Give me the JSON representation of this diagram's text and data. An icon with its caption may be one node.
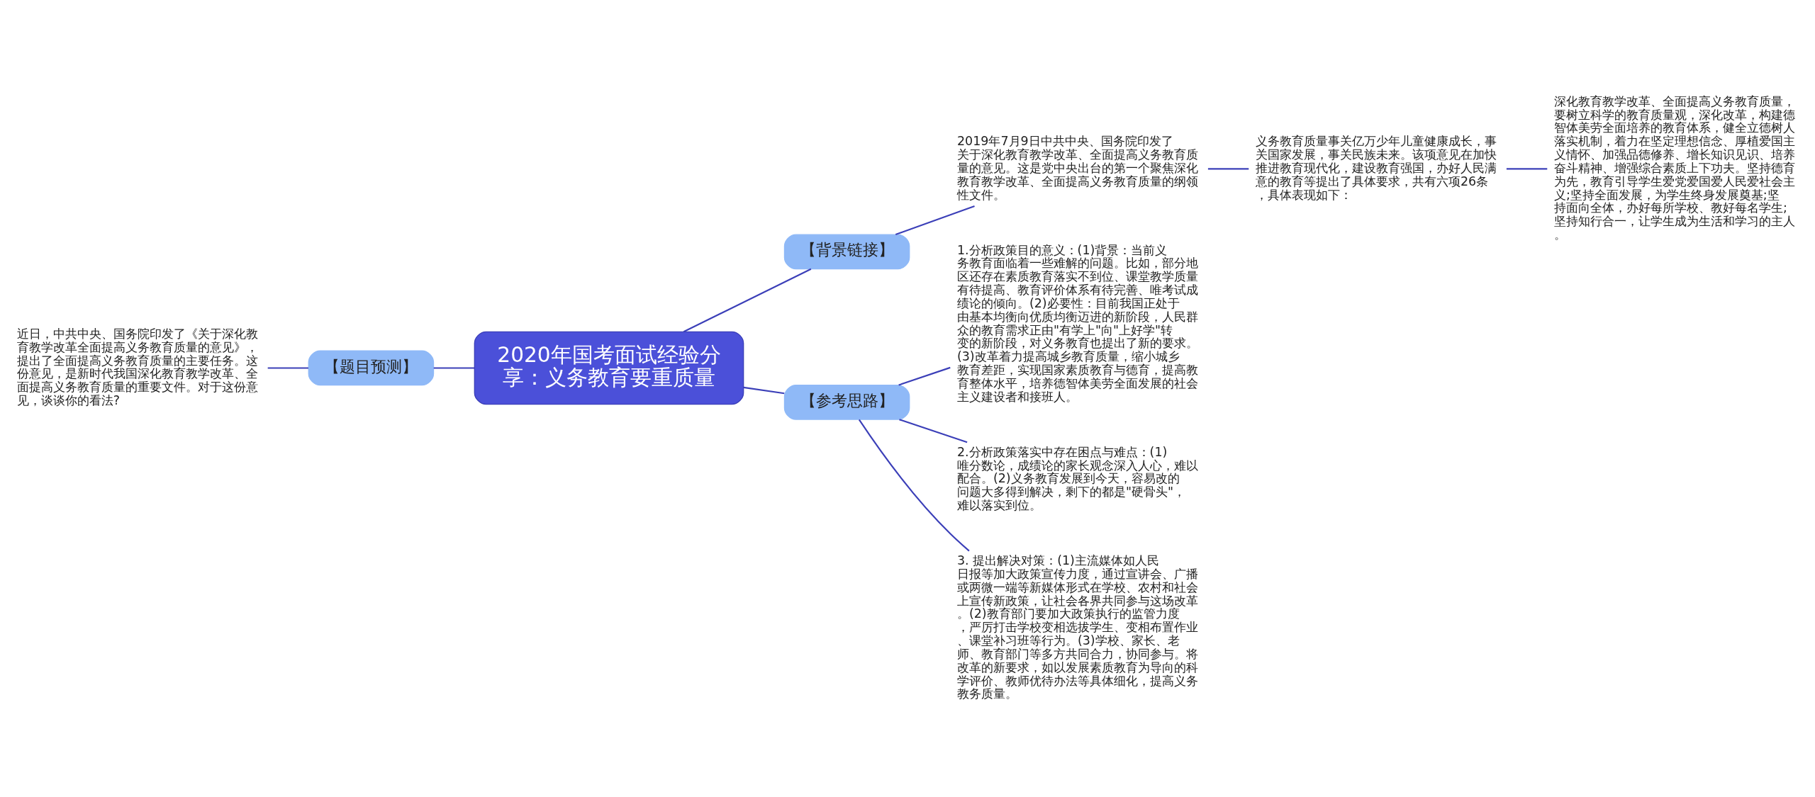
{
  "diagram": {
    "nodes": [
      {
        "text": [
          "2020年国考面试经验分享：义务教育要重质量"
        ]
      },
      {
        "text": [
          "【背景链接】"
        ]
      },
      {
        "text": [
          "2019年7月9日中共中央、国务院印发了关于深化教育教学改革、全面提高义务教育质量的意见。这是党中央出台的第一个聚焦深化教育教学改革、全面提高义务教育质量的纲领性文件。"
        ]
      },
      {
        "text": [
          "义务教育质量事关亿万少年儿童健康成长，事关国家发展，事关民族未来。该项意见在加快推进教育现代化，建设教育强国，办好人民满意的教育等提出了具体要求，共有六项26条，具体表现如下："
        ]
      },
      {
        "text": [
          "深化教育教学改革、全面提高义务教育质量，要树立科学的教育质量观，深化改革，构建德智体美劳全面培养的教育体系，健全立德树人落实机制，着力在坚定理想信念、厚植爱国主义情怀、加强品德修养、增长知识见识、培养奋斗精神、增强综合素质上下功夫。坚持德育为先，教育引导学生爱党爱国爱人民爱社会主义;坚持全面发展，为学生终身发展奠基;坚持面向全体，办好每所学校、教好每名学生;坚持知行合一，让学生成为生活和学习的主人。"
        ]
      },
      {
        "text": [
          "【题目预测】"
        ]
      },
      {
        "text": [
          "近日，中共中央、国务院印发了《关于深化教育教学改革全面提高义务教育质量的意见》，提出了全面提高义务教育质量的主要任务。这份意见，是新时代我国深化教育教学改革、全面提高义务教育质量的重要文件。对于这份意见，谈谈你的看法?"
        ]
      },
      {
        "text": [
          "【参考思路】"
        ]
      },
      {
        "text": [
          "1.分析政策目的意义：(1)背景：当前义务教育面临着一些难解的问题。比如，部分地区还存在素质教育落实不到位、课堂教学质量有待提高、教育评价体系有待完善、唯考试成绩论的倾向。(2)必要性：目前我国正处于由基本均衡向优质均衡迈进的新阶段，人民群众的教育需求正由\"有学上\"向\"上好学\"转变的新阶段，对义务教育也提出了新的要求。(3)改革着力提高城乡教育质量，缩小城乡教育差距，实现国家素质教育与德育，提高教育整体水平，培养德智体美劳全面发展的社会主义建设者和接班人。"
        ]
      },
      {
        "text": [
          "2.分析政策落实中存在困点与难点：(1)唯分数论，成绩论的家长观念深入人心，难以配合。(2)义务教育发展到今天，容易改的问题大多得到解决，剩下的都是\"硬骨头\"，难以落实到位。"
        ]
      },
      {
        "text": [
          "3. 提出解决对策：(1)主流媒体如人民日报等加大政策宣传力度，通过宣讲会、广播或两微一端等新媒体形式在学校、农村和社会上宣传新政策，让社会各界共同参与这场改革。(2)教育部门要加大政策执行的监管力度，严厉打击学校变相选拔学生、变相布置作业、课堂补习班等行为。(3)学校、家长、老师、教育部门等多方共同合力，协同参与。将改革的新要求，如以发展素质教育为导向的科学评价、教师优待办法等具体细化，提高义务教务质量。"
        ]
      }
    ],
    "edges": [
      {
        "from": 0,
        "to": 1,
        "arrow": "none"
      },
      {
        "from": 1,
        "to": 2,
        "arrow": "none"
      },
      {
        "from": 2,
        "to": 3,
        "arrow": "none"
      },
      {
        "from": 3,
        "to": 4,
        "arrow": "none"
      },
      {
        "from": 0,
        "to": 5,
        "arrow": "none"
      },
      {
        "from": 5,
        "to": 6,
        "arrow": "none"
      },
      {
        "from": 0,
        "to": 7,
        "arrow": "none"
      },
      {
        "from": 7,
        "to": 8,
        "arrow": "none"
      },
      {
        "from": 7,
        "to": 9,
        "arrow": "none"
      },
      {
        "from": 7,
        "to": 10,
        "arrow": "none"
      }
    ]
  }
}
